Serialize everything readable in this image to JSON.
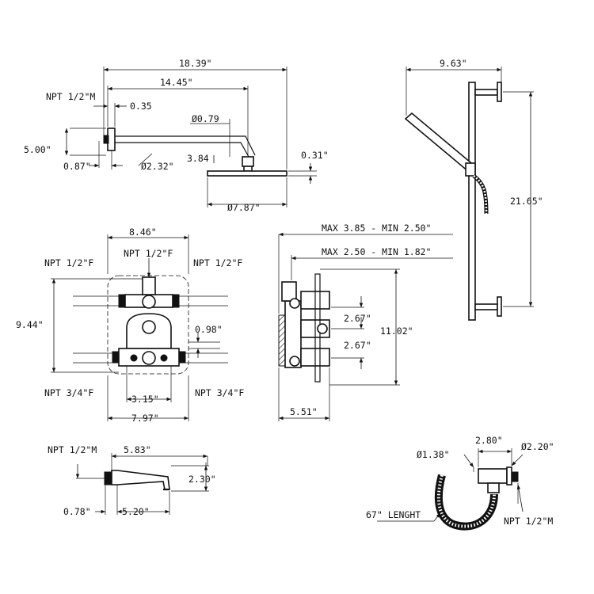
{
  "shower_arm": {
    "total_length": "18.39\"",
    "arm_length": "14.45\"",
    "inlet": "NPT 1/2\"M",
    "flange": "0.35",
    "stem_dia": "Ø0.79",
    "drop_height": "5.00\"",
    "wall_offset": "0.87\"",
    "flange_dia": "Ø2.32\"",
    "head_height": "3.84",
    "head_thickness": "0.31\"",
    "head_dia": "Ø7.87\""
  },
  "slide_bar": {
    "depth": "9.63\"",
    "length": "21.65\""
  },
  "valve_front": {
    "width_top": "8.46\"",
    "inlet_top": "NPT 1/2\"F",
    "left_top": "NPT 1/2\"F",
    "right_top": "NPT 1/2\"F",
    "height": "9.44\"",
    "right_offset": "0.98\"",
    "left_bottom": "NPT 3/4\"F",
    "right_bottom": "NPT 3/4\"F",
    "inner_width": "3.15\"",
    "width_bottom": "7.97\""
  },
  "valve_side": {
    "max_depth_a": "MAX 3.85 - MIN 2.50\"",
    "max_depth_b": "MAX 2.50 - MIN 1.82\"",
    "spacing_1": "2.67\"",
    "spacing_2": "2.67\"",
    "height": "11.02\"",
    "depth": "5.51\""
  },
  "tub_spout": {
    "inlet": "NPT 1/2\"M",
    "length": "5.83\"",
    "height": "2.30\"",
    "wall_offset": "0.78\"",
    "reach": "5.20\""
  },
  "wall_elbow": {
    "hose_dia": "Ø1.38\"",
    "width": "2.80\"",
    "flange_dia": "Ø2.20\"",
    "hose_length": "67\" LENGHT",
    "inlet": "NPT 1/2\"M"
  }
}
